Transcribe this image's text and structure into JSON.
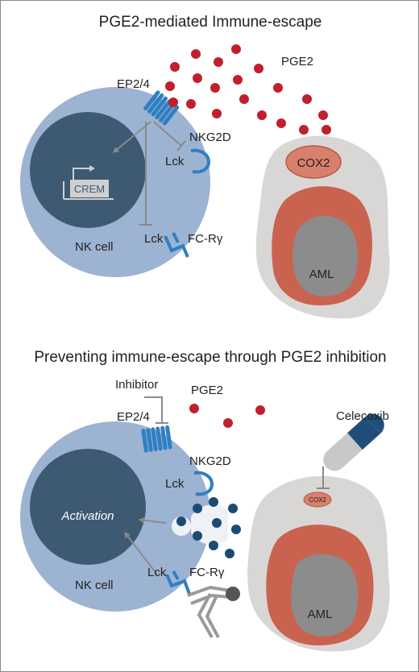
{
  "top": {
    "title": "PGE2-mediated Immune-escape",
    "pge2_label": "PGE2",
    "receptor_label": "EP2/4",
    "nkg2d_label": "NKG2D",
    "lck_label_1": "Lck",
    "lck_label_2": "Lck",
    "fcr_label": "FC-Rγ",
    "crem_label": "CREM",
    "nk_cell_label": "NK cell",
    "cox2_label": "COX2",
    "aml_label": "AML"
  },
  "bottom": {
    "title": "Preventing immune-escape through PGE2 inhibition",
    "inhibitor_label": "Inhibitor",
    "pge2_label": "PGE2",
    "receptor_label": "EP2/4",
    "nkg2d_label": "NKG2D",
    "lck_label_1": "Lck",
    "lck_label_2": "Lck",
    "fcr_label": "FC-Rγ",
    "activation_label": "Activation",
    "nk_cell_label": "NK cell",
    "celecoxib_label": "Celecoxib",
    "cox2_label": "COX2",
    "aml_label": "AML"
  },
  "colors": {
    "nk_cell": "#9db3d2",
    "nucleus": "#3e5a72",
    "receptor": "#2f7fc2",
    "pge2": "#c21f2e",
    "granule": "#1b4a72",
    "aml_outer": "#d9d7d6",
    "aml_mid": "#c9634f",
    "aml_core": "#8c8c8c",
    "arrow": "#8a8a8a",
    "capsule_dark": "#1f4f78",
    "capsule_light": "#c8c8c8"
  }
}
